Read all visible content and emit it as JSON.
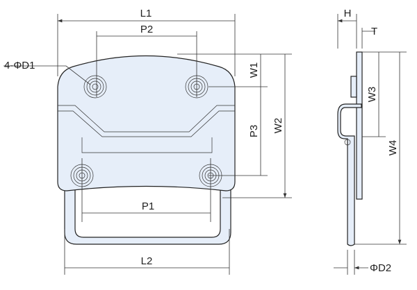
{
  "labels": {
    "L1": "L1",
    "P2": "P2",
    "D1": "4-ΦD1",
    "W1": "W1",
    "P3": "P3",
    "W2": "W2",
    "P1": "P1",
    "L2": "L2",
    "H": "H",
    "T": "T",
    "W3": "W3",
    "W4": "W4",
    "D2": "ΦD2"
  }
}
